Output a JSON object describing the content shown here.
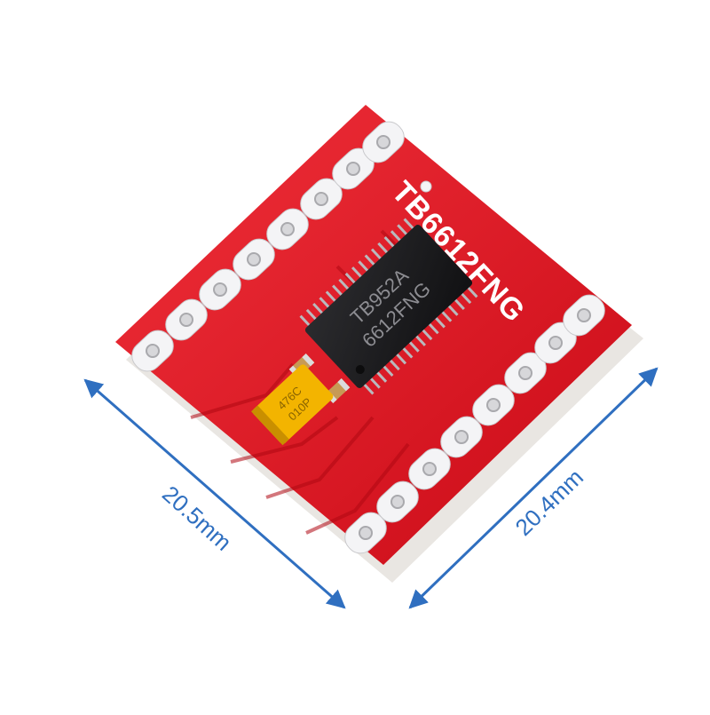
{
  "board": {
    "silkscreen_label": "TB6612FNG",
    "chip_marking_line1": "TB952A",
    "chip_marking_line2": "6612FNG",
    "capacitor_marking_line1": "476C",
    "capacitor_marking_line2": "010P",
    "pcb_color": "#e2101e",
    "pad_color": "#f4f4f6",
    "chip_color": "#1c1c1e",
    "capacitor_color": "#f3b400"
  },
  "dimensions": {
    "left_label": "20.5mm",
    "right_label": "20.4mm",
    "arrow_color": "#2f6fc0"
  }
}
